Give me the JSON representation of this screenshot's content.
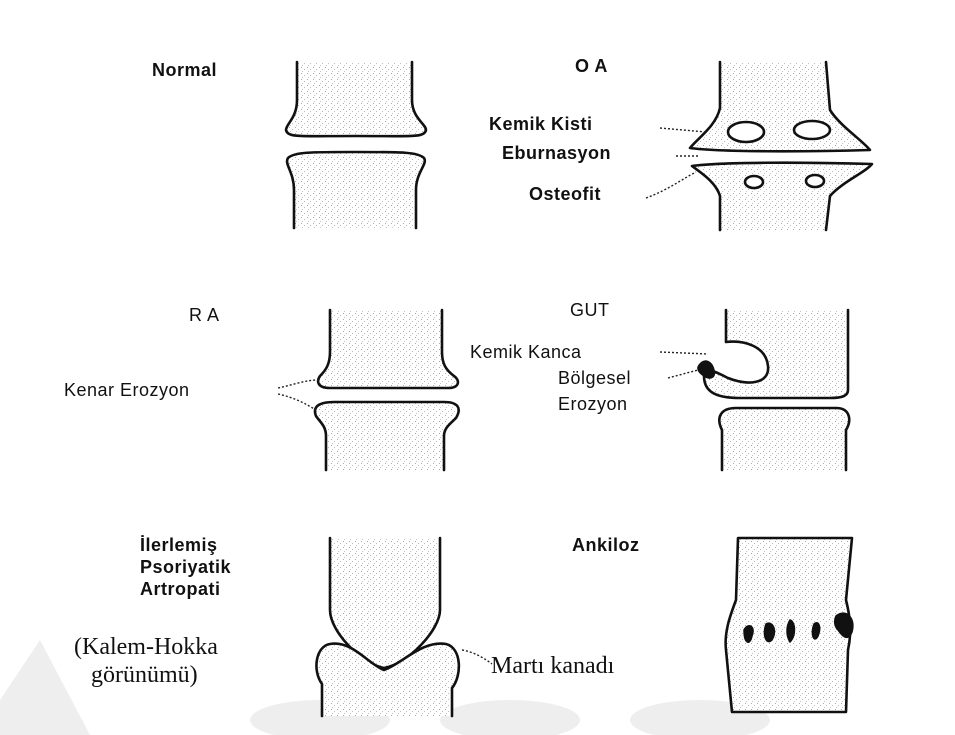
{
  "panels": {
    "normal": {
      "title": "Normal"
    },
    "oa": {
      "title": "O A",
      "labels": [
        "Kemik Kisti",
        "Eburnasyon",
        "Osteofit"
      ]
    },
    "ra": {
      "title": "R A",
      "labels": [
        "Kenar Erozyon"
      ]
    },
    "gut": {
      "title": "GUT",
      "labels": [
        "Kemik Kanca",
        "Bölgesel",
        "Erozyon"
      ]
    },
    "psoriatic": {
      "title_lines": [
        "İlerlemiş",
        "Psoriyatik",
        "Artropati"
      ],
      "note_lines": [
        "(Kalem-Hokka",
        "görünümü)"
      ],
      "labels": [
        "Martı kanadı"
      ]
    },
    "ankiloz": {
      "title": "Ankiloz"
    }
  }
}
